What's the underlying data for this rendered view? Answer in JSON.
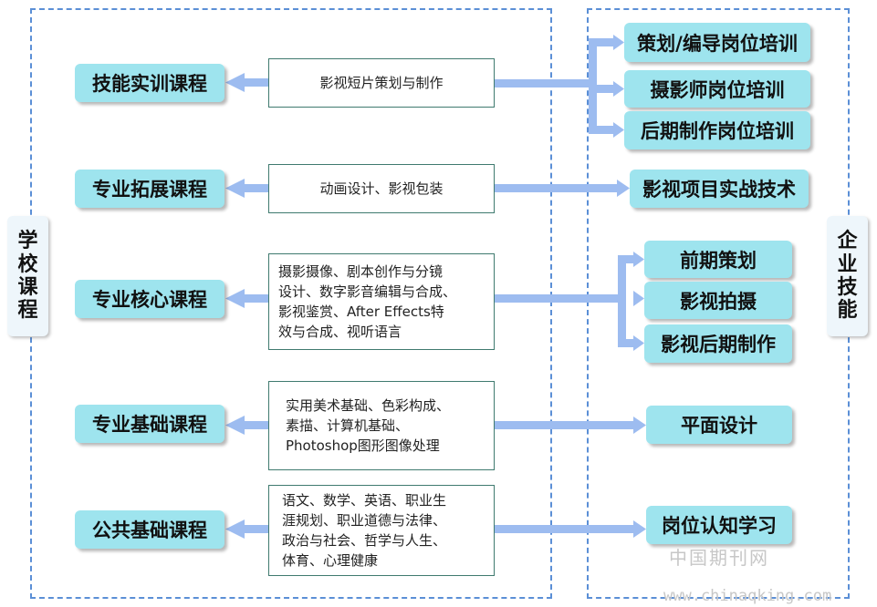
{
  "school_label": "学\n校\n课\n程",
  "enterprise_label": "企\n业\n技\n能",
  "courses": [
    {
      "name": "技能实训课程",
      "content": "影视短片策划与制作"
    },
    {
      "name": "专业拓展课程",
      "content": "动画设计、影视包装"
    },
    {
      "name": "专业核心课程",
      "content": "摄影摄像、剧本创作与分镜\n设计、数字影音编辑与合成、\n影视鉴赏、After Effects特\n效与合成、视听语言"
    },
    {
      "name": "专业基础课程",
      "content": "实用美术基础、色彩构成、\n素描、计算机基础、\nPhotoshop图形图像处理"
    },
    {
      "name": "公共基础课程",
      "content": "语文、数学、英语、职业生\n涯规划、职业道德与法律、\n政治与社会、哲学与人生、\n体育、心理健康"
    }
  ],
  "skills": [
    "策划/编导岗位培训",
    "摄影师岗位培训",
    "后期制作岗位培训",
    "影视项目实战技术",
    "前期策划",
    "影视拍摄",
    "影视后期制作",
    "平面设计",
    "岗位认知学习"
  ],
  "colors": {
    "frame": "#5b8fd6",
    "pill": "#9ee4ee",
    "arrow": "#9dbcf0"
  },
  "watermark": {
    "cn": "中国期刊网",
    "url": "www.chinaqking.com"
  }
}
